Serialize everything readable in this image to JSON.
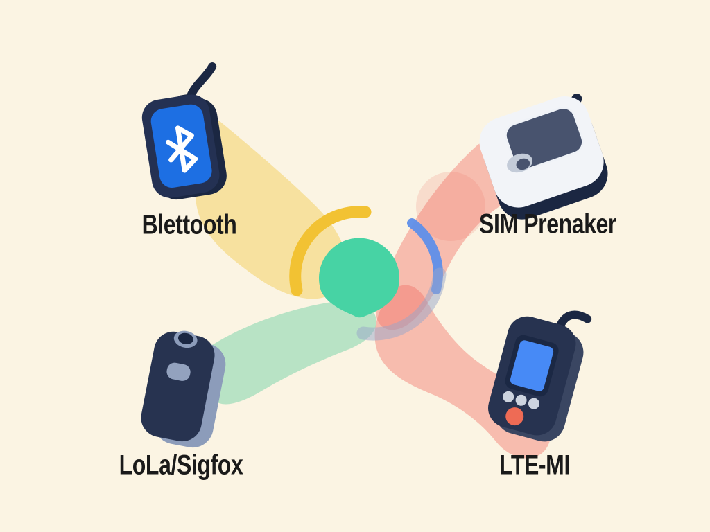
{
  "figure": {
    "hub": {
      "icon": "signal-fan-hub"
    },
    "nodes": [
      {
        "id": "bluetooth",
        "label": "Blettooth",
        "icon": "bluetooth-tag-device",
        "position": "top-left",
        "beam_color_key": "beam_yellow"
      },
      {
        "id": "sim-speaker",
        "label": "SIM Prenaker",
        "icon": "sim-pod-device",
        "position": "top-right",
        "beam_color_key": "beam_pink"
      },
      {
        "id": "lora-sigfox",
        "label": "LoLa/Sigfox",
        "icon": "lora-tracker-device",
        "position": "bottom-left",
        "beam_color_key": "beam_green"
      },
      {
        "id": "lte-m",
        "label": "LTE-MI",
        "icon": "lte-handheld-device",
        "position": "bottom-right",
        "beam_color_key": "beam_pink"
      }
    ]
  },
  "colors": {
    "background": "#FBF4E3",
    "beam_yellow": "#F2C94C",
    "beam_green": "#4CC896",
    "beam_pink": "#F06E64",
    "hub_teal": "#47D3A4",
    "arc_yellow": "#F2C233",
    "arc_blue": "#5E8EE9",
    "arc_gray": "#97A6C9",
    "navy": "#273350",
    "navy_dark": "#1B2742",
    "navy_body": "#243153",
    "face_blue": "#1D6FE3",
    "white_body": "#F2F4F8",
    "screen_slate": "#48536E",
    "screen_border": "#1B2844",
    "screen_blue": "#478AF6",
    "screen_blue_edge": "#8FB6F9",
    "side_gray": "#8C9CBA",
    "label_gray": "#93A2BE",
    "ring_gray": "#C3CBD8",
    "button_gray": "#CDD4DF",
    "button_orange": "#EE6B55",
    "slab_gray_blue": "#3A4662",
    "white": "#FFFFFF"
  }
}
